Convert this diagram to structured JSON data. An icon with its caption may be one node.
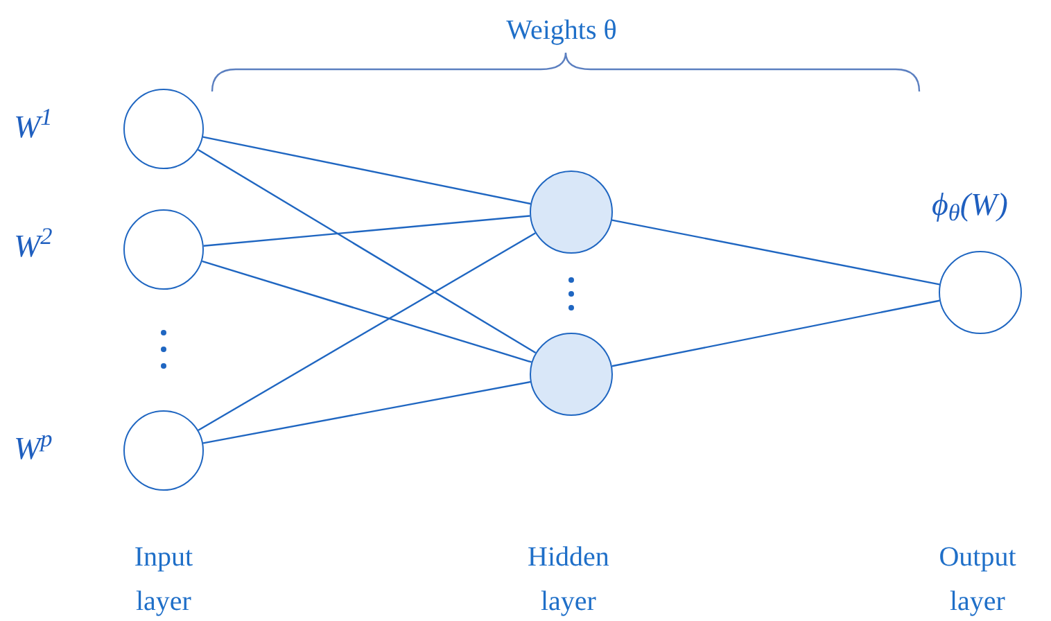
{
  "diagram": {
    "nodes": [
      {
        "text": [],
        "shape": "circle",
        "beside": [
          "W$^{1}$"
        ]
      },
      {
        "text": [],
        "shape": "circle",
        "beside": [
          "W$^{2}$"
        ]
      },
      {
        "text": [],
        "shape": "circle",
        "beside": [
          "W$^{p}$"
        ]
      },
      {
        "text": [],
        "shape": "circle"
      },
      {
        "text": [],
        "shape": "circle"
      },
      {
        "text": [],
        "shape": "circle",
        "beside": [
          "ϕ$_{θ}$(W)"
        ]
      }
    ],
    "edges": [
      {
        "from": 0,
        "to": 3,
        "arrow": "none"
      },
      {
        "from": 0,
        "to": 4,
        "arrow": "none"
      },
      {
        "from": 1,
        "to": 3,
        "arrow": "none"
      },
      {
        "from": 1,
        "to": 4,
        "arrow": "none"
      },
      {
        "from": 2,
        "to": 3,
        "arrow": "none"
      },
      {
        "from": 2,
        "to": 4,
        "arrow": "none"
      },
      {
        "from": 3,
        "to": 5,
        "arrow": "none"
      },
      {
        "from": 4,
        "to": 5,
        "arrow": "none"
      }
    ],
    "labels": [
      "Weights θ",
      "Input layer",
      "Hidden layer",
      "Output layer"
    ]
  }
}
